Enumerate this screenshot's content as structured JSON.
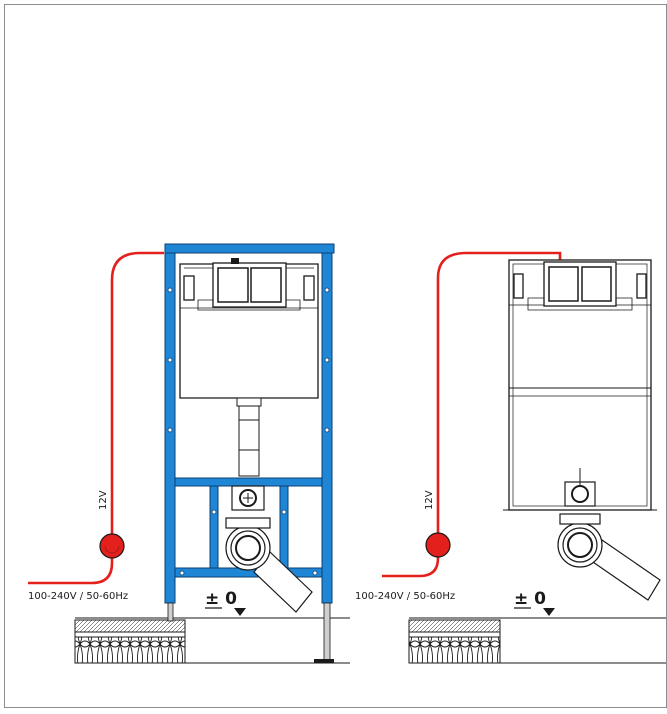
{
  "colors": {
    "frame": "#1f86d6",
    "frame_edge": "#0b3f73",
    "cable": "#e3201b",
    "lines": "#1a1a1a",
    "border": "#8c8c8c"
  },
  "left_unit": {
    "voltage_label": "12V",
    "power_label": "100-240V / 50-60Hz",
    "level_label": "± 0"
  },
  "right_unit": {
    "voltage_label": "12V",
    "power_label": "100-240V / 50-60Hz",
    "level_label": "± 0"
  }
}
